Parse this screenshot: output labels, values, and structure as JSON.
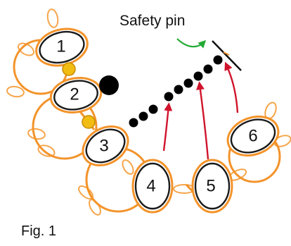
{
  "diagram": {
    "rings": [
      {
        "number": "1"
      },
      {
        "number": "2"
      },
      {
        "number": "3"
      },
      {
        "number": "4"
      },
      {
        "number": "5"
      },
      {
        "number": "6"
      }
    ],
    "safety_pin_label": "Safety pin",
    "figure_caption": "Fig. 1",
    "colors": {
      "thread": "#f3932a",
      "numbered_ring_outline": "#1a1a1a",
      "beads_black": "#000000",
      "beads_yellow": "#f2bd12",
      "arrows_red": "#d0142c",
      "arrow_green": "#22aa33"
    }
  }
}
